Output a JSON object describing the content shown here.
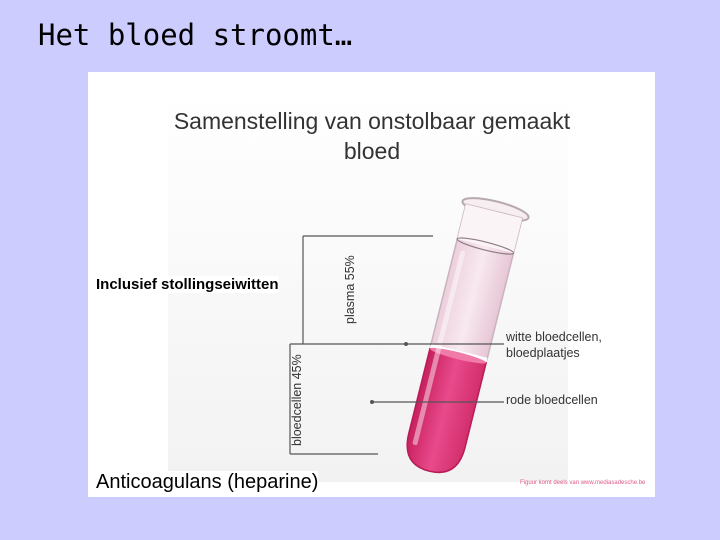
{
  "slide": {
    "title": "Het bloed stroomt…"
  },
  "figure": {
    "title_line1": "Samenstelling van onstolbaar gemaakt",
    "title_line2": "bloed",
    "label_plasma": "plasma 55%",
    "label_bloedcellen": "bloedcellen 45%",
    "label_witte_line1": "witte bloedcellen,",
    "label_witte_line2": "bloedplaatjes",
    "label_rode": "rode bloedcellen",
    "credit": "Figuur komt deels van www.mediasadesche.be",
    "colors": {
      "plasma": "#f4dde8",
      "red_cells": "#e0357a",
      "white_layer": "#ffffff",
      "tube_outline": "#b8a9ae",
      "line": "#555555"
    }
  },
  "overlays": {
    "inclusief": "Inclusief stollingseiwitten",
    "anticoagulans": "Anticoagulans (heparine)"
  }
}
